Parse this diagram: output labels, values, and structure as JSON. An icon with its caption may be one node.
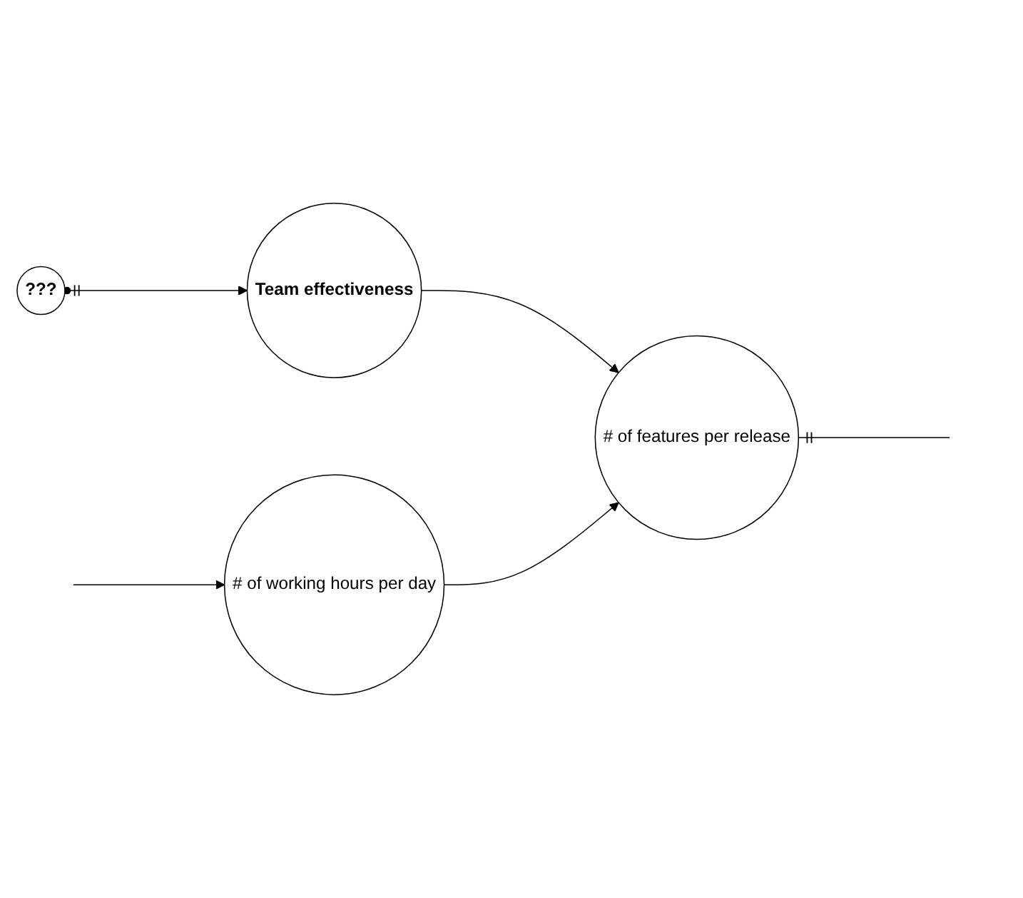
{
  "diagram": {
    "nodes": [
      {
        "text": [
          "???"
        ]
      },
      {
        "text": [
          "Team effectiveness"
        ]
      },
      {
        "text": [
          "# of working hours per day"
        ]
      },
      {
        "text": [
          "# of features per release"
        ]
      }
    ],
    "edges": [
      {
        "from": 0,
        "to": 1,
        "arrow": "to"
      },
      {
        "from": 1,
        "to": 3,
        "arrow": "to"
      },
      {
        "from": 2,
        "to": 3,
        "arrow": "to"
      },
      {
        "from": null,
        "to": 2,
        "arrow": "to"
      },
      {
        "from": 3,
        "to": null,
        "arrow": "other"
      }
    ]
  }
}
